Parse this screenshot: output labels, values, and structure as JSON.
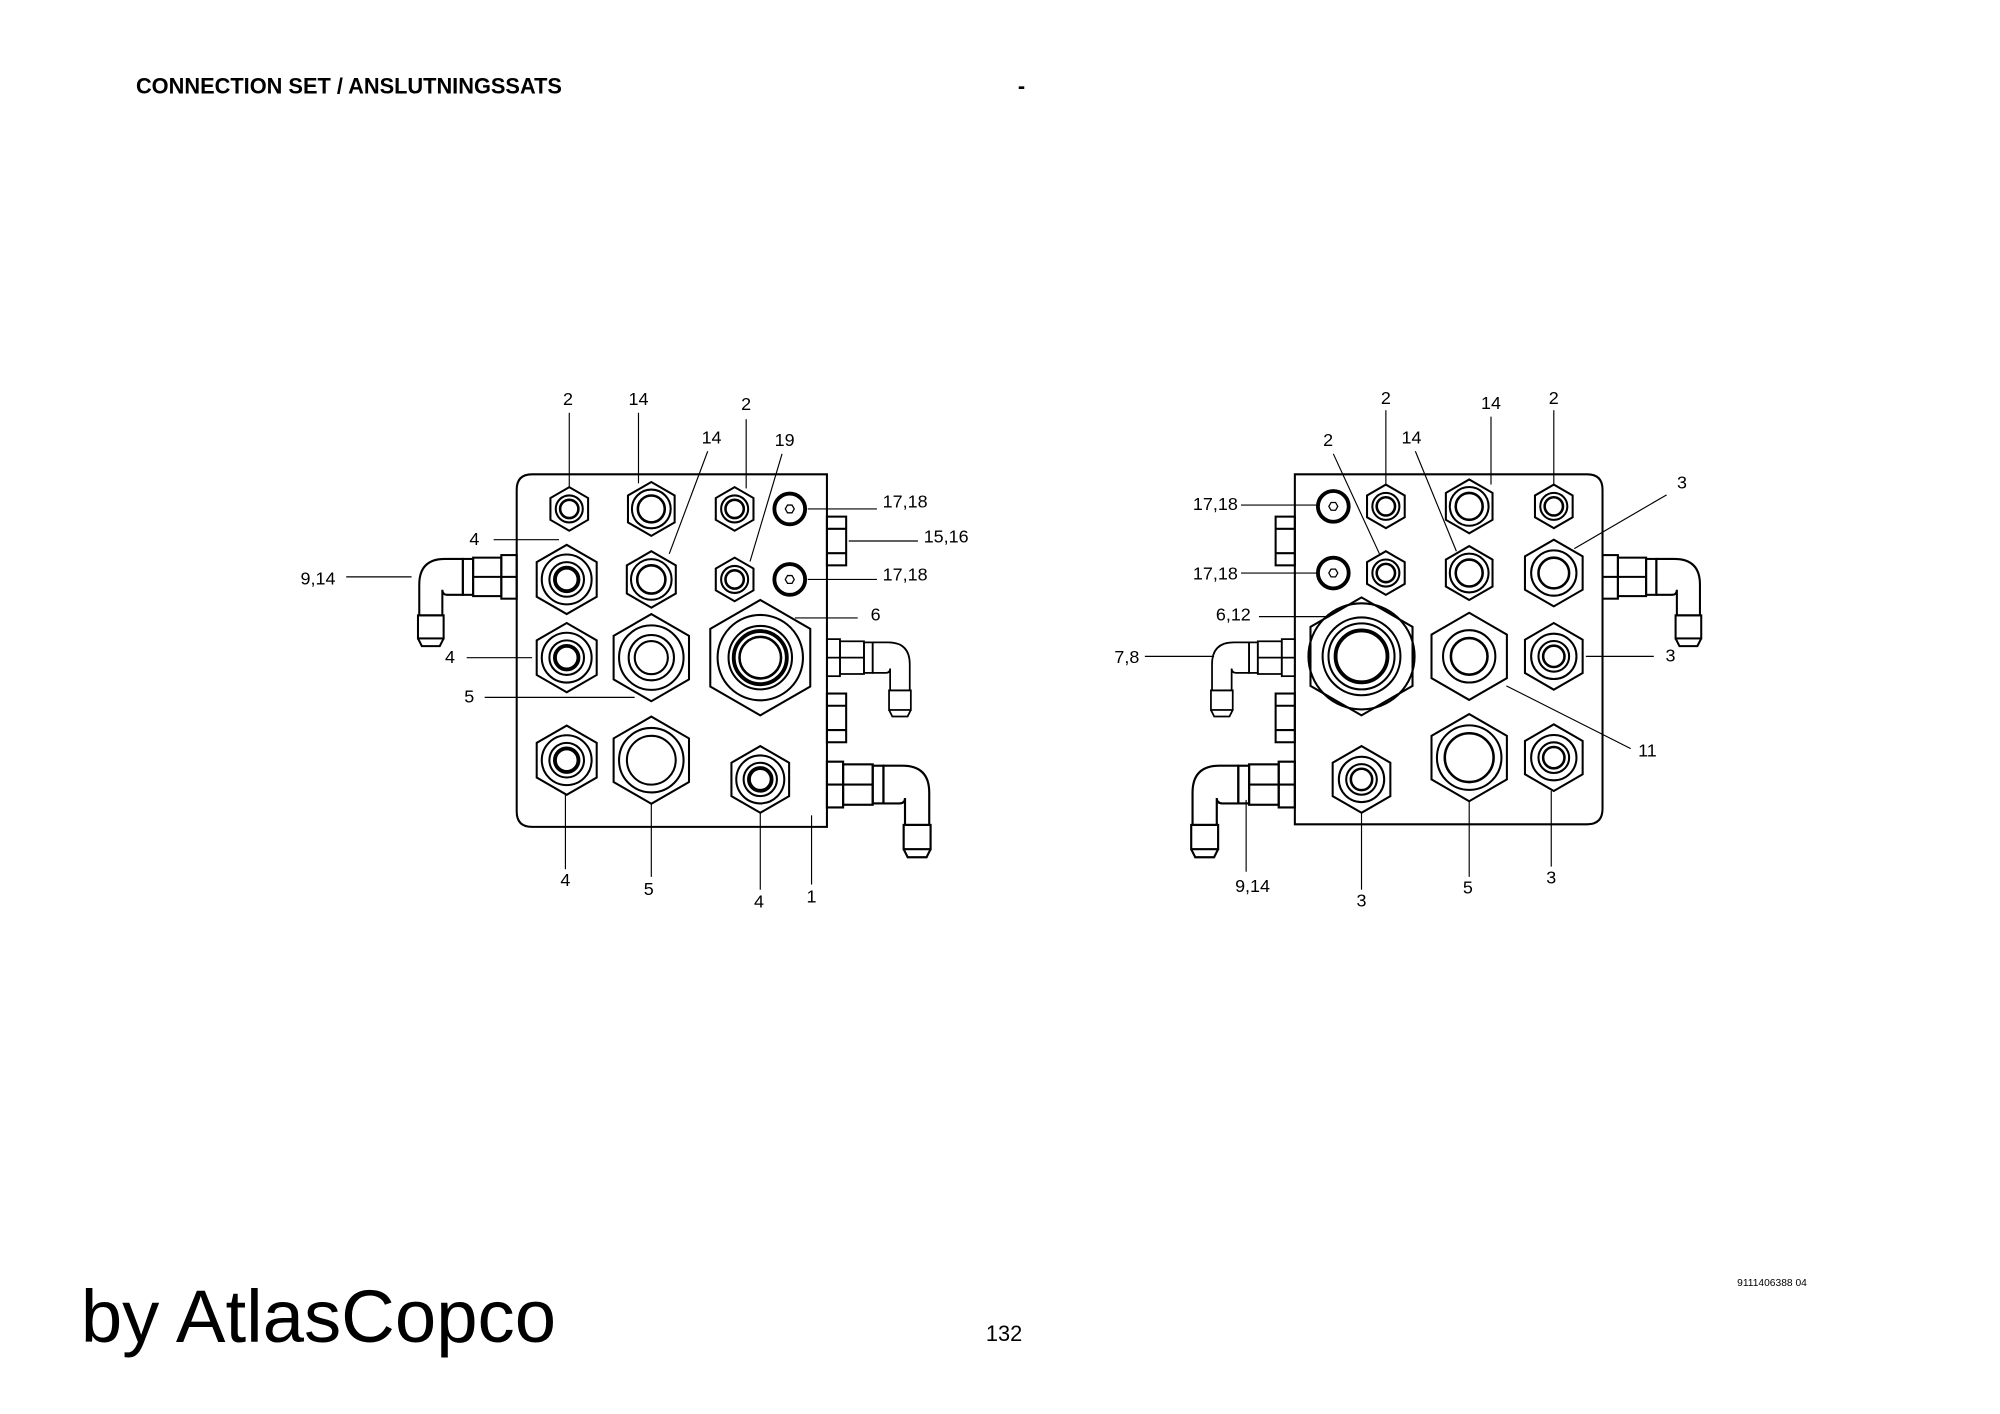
{
  "header": {
    "title": "CONNECTION SET / ANSLUTNINGSSATS",
    "dash": "-"
  },
  "left_view": {
    "callouts": [
      "2",
      "14",
      "2",
      "14",
      "19",
      "17,18",
      "15,16",
      "17,18",
      "6",
      "4",
      "9,14",
      "4",
      "5",
      "4",
      "5",
      "4",
      "1"
    ]
  },
  "right_view": {
    "callouts": [
      "2",
      "14",
      "2",
      "2",
      "14",
      "3",
      "17,18",
      "17,18",
      "6,12",
      "7,8",
      "3",
      "11",
      "9,14",
      "3",
      "5",
      "3"
    ]
  },
  "footer": {
    "brand": "by AtlasCopco",
    "page_number": "132",
    "document_number": "9111406388 04"
  }
}
